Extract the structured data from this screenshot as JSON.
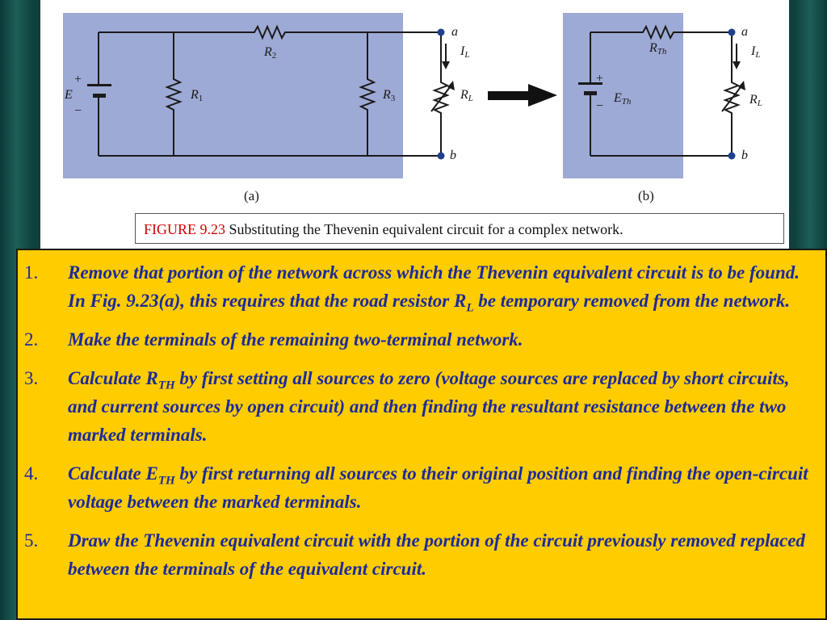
{
  "figure": {
    "circuit_a": {
      "source_label": "E",
      "plus_sign": "+",
      "minus_sign": "−",
      "r1_label": "R",
      "r1_sub": "1",
      "r2_label": "R",
      "r2_sub": "2",
      "r3_label": "R",
      "r3_sub": "3",
      "load_label": "R",
      "load_sub": "L",
      "current_label": "I",
      "current_sub": "L",
      "terminal_a": "a",
      "terminal_b": "b",
      "panel_label": "(a)"
    },
    "circuit_b": {
      "source_label": "E",
      "source_sub": "Th",
      "plus_sign": "+",
      "minus_sign": "−",
      "rth_label": "R",
      "rth_sub": "Th",
      "load_label": "R",
      "load_sub": "L",
      "current_label": "I",
      "current_sub": "L",
      "terminal_a": "a",
      "terminal_b": "b",
      "panel_label": "(b)"
    },
    "colors": {
      "shaded_region": "#9daad5",
      "wire": "#1a1a1a",
      "terminal_dot": "#1f3f8f",
      "caption_label": "#d40000"
    },
    "caption": {
      "label": "FIGURE 9.23",
      "text": " Substituting the Thevenin equivalent circuit for a complex network."
    }
  },
  "steps": [
    {
      "number": "1.",
      "text_before": "Remove that portion of the network across which the Thevenin equivalent circuit is to be found. In Fig. 9.23(a), this requires that the road resistor R",
      "sub": "L",
      "text_after": " be temporary removed from the network."
    },
    {
      "number": "2.",
      "text_before": "Make the terminals of the remaining two-terminal network.",
      "sub": "",
      "text_after": ""
    },
    {
      "number": "3.",
      "text_before": "Calculate R",
      "sub": "TH",
      "text_after": " by first setting all sources to zero (voltage sources are replaced by short circuits, and current sources by open circuit) and then finding the resultant resistance between the two marked terminals."
    },
    {
      "number": "4.",
      "text_before": "Calculate E",
      "sub": "TH",
      "text_after": " by first returning all sources to their original position and finding the open-circuit voltage between the marked terminals."
    },
    {
      "number": "5.",
      "text_before": "Draw the Thevenin equivalent circuit with the portion of the circuit previously removed replaced between the terminals of the equivalent circuit.",
      "sub": "",
      "text_after": ""
    }
  ]
}
